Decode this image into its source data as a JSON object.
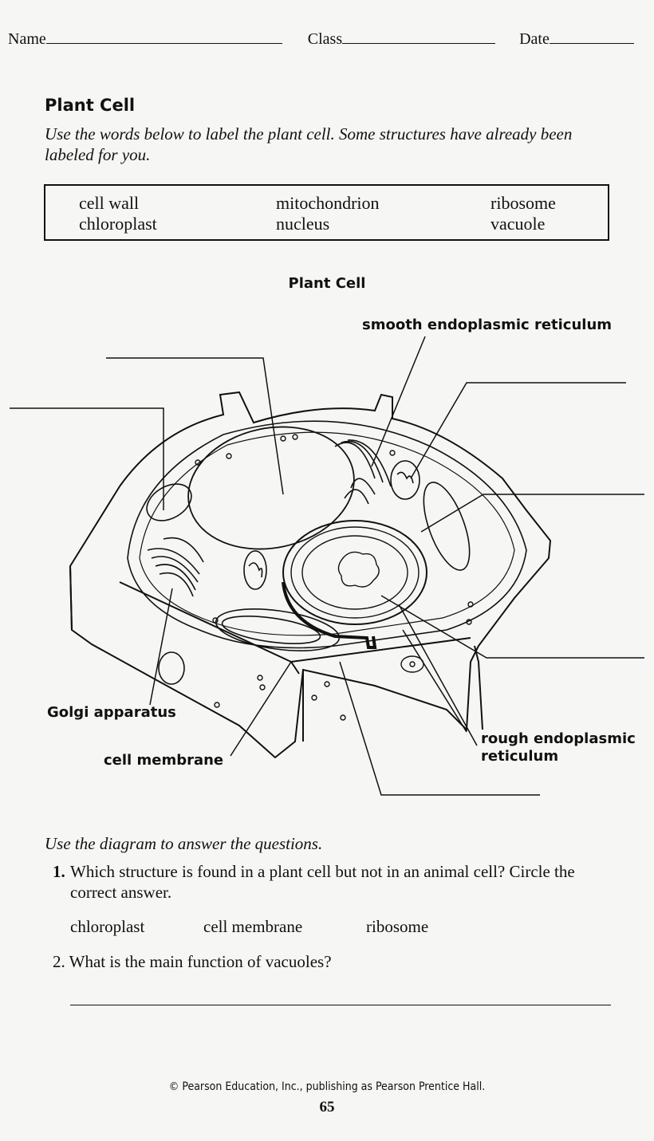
{
  "header": {
    "name_label": "Name",
    "class_label": "Class",
    "date_label": "Date"
  },
  "section": {
    "title": "Plant Cell",
    "instructions": "Use the words below to label the plant cell. Some structures have already been labeled for you."
  },
  "word_bank": [
    "cell wall",
    "mitochondrion",
    "ribosome",
    "chloroplast",
    "nucleus",
    "vacuole"
  ],
  "diagram": {
    "title": "Plant Cell",
    "labels": {
      "smooth_er": "smooth endoplasmic reticulum",
      "golgi": "Golgi apparatus",
      "cell_membrane": "cell membrane",
      "rough_er_line1": "rough endoplasmic",
      "rough_er_line2": "reticulum"
    }
  },
  "questions": {
    "intro": "Use the diagram to answer the questions.",
    "q1_number": "1.",
    "q1_text": "Which structure is found in a plant cell but not in an animal cell? Circle the correct answer.",
    "q1_options": [
      "chloroplast",
      "cell membrane",
      "ribosome"
    ],
    "q2_text": "2. What is the main function of vacuoles?"
  },
  "footer": {
    "copyright": "© Pearson Education, Inc., publishing as Pearson Prentice Hall.",
    "page_number": "65"
  }
}
